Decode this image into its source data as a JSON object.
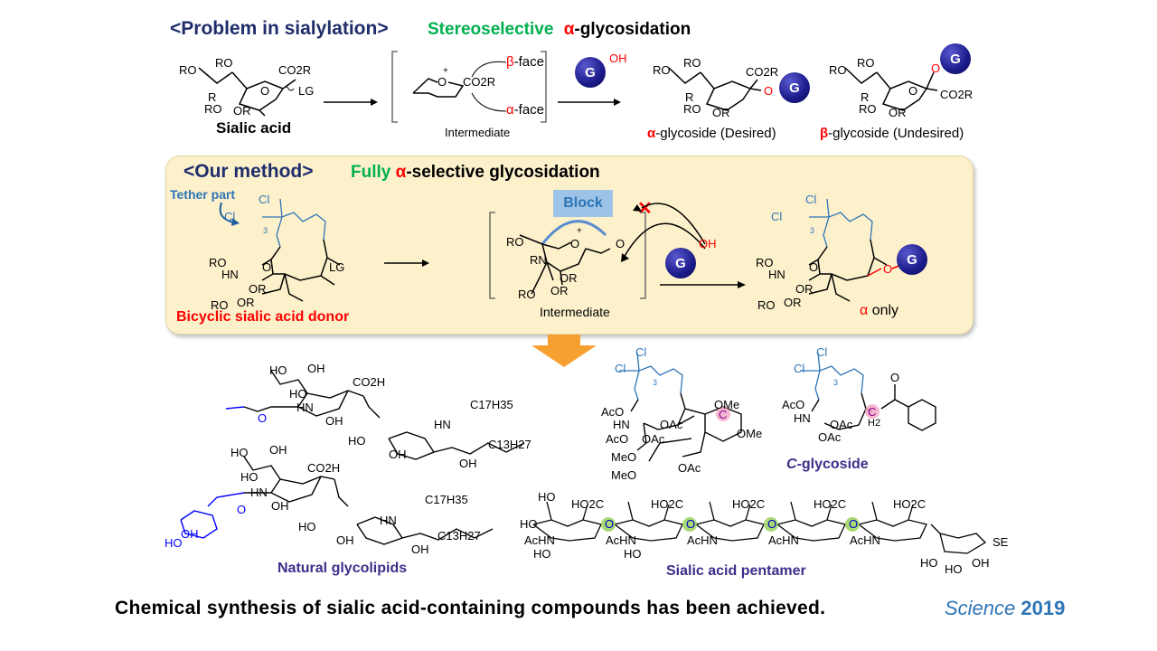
{
  "problem": {
    "title": "<Problem in sialylation>",
    "subtitle_green": "Stereoselective",
    "subtitle_alpha": "α",
    "subtitle_rest": "-glycosidation",
    "sialic_acid": {
      "label": "Sialic acid",
      "atoms": [
        "RO",
        "RO",
        "CO2R",
        "LG",
        "O",
        "R",
        "RO",
        "OR"
      ]
    },
    "intermediate": {
      "label": "Intermediate",
      "beta": "β",
      "beta_face": "-face",
      "alpha": "α",
      "alpha_face": "-face",
      "atoms": [
        "O",
        "+",
        "CO2R"
      ]
    },
    "acceptor": {
      "ball": "G",
      "oh": "OH"
    },
    "alpha_product": {
      "alpha": "α",
      "label": "-glycoside (Desired)",
      "atoms": [
        "RO",
        "RO",
        "CO2R",
        "O",
        "R",
        "RO",
        "OR"
      ]
    },
    "beta_product": {
      "beta": "β",
      "label": "-glycoside (Undesired)",
      "atoms": [
        "RO",
        "RO",
        "O",
        "CO2R",
        "O",
        "R",
        "RO",
        "OR"
      ]
    }
  },
  "method": {
    "title": "<Our method>",
    "subtitle_green": "Fully",
    "subtitle_alpha": "α",
    "subtitle_rest": "-selective  glycosidation",
    "tether_label": "Tether part",
    "donor_label": "Bicyclic sialic acid donor",
    "donor_atoms": [
      "Cl",
      "Cl",
      "3",
      "RO",
      "HN",
      "O",
      "LG",
      "RO",
      "OR",
      "OR"
    ],
    "block_label": "Block",
    "cross": "✕",
    "intermediate_label": "Intermediate",
    "intermediate_atoms": [
      "RO",
      "RN",
      "O",
      "+",
      "O",
      "OR",
      "OR",
      "RO"
    ],
    "acceptor": {
      "ball": "G",
      "oh": "OH"
    },
    "product_alpha": "α",
    "product_only": " only",
    "product_atoms": [
      "Cl",
      "Cl",
      "3",
      "RO",
      "HN",
      "O",
      "O",
      "RO",
      "OR",
      "OR"
    ],
    "product_ball": "G"
  },
  "examples": {
    "glycolipids_label": "Natural glycolipids",
    "glycolipid_atoms": [
      "HO",
      "OH",
      "CO2H",
      "HO",
      "HN",
      "O",
      "OH",
      "HN",
      "C17H35",
      "HO",
      "OH",
      "C13H27",
      "OH",
      "HO",
      "OH",
      "CO2H",
      "HO",
      "HN",
      "O",
      "OH",
      "HN",
      "C17H35",
      "HO",
      "OH",
      "C13H27",
      "OH",
      "HO",
      "OH"
    ],
    "c_glycoside_label_italic": "C",
    "c_glycoside_label_rest": "-glycoside",
    "c_glycoside_atoms": [
      "Cl",
      "Cl",
      "3",
      "AcO",
      "HN",
      "OAc",
      "OMe",
      "OMe",
      "MeO",
      "MeO",
      "OAc",
      "AcO",
      "OAc",
      "C",
      "Cl",
      "Cl",
      "3",
      "AcO",
      "HN",
      "OAc",
      "OAc",
      "C",
      "H2",
      "O"
    ],
    "pentamer_label": "Sialic acid pentamer",
    "pentamer_atoms": [
      "HO",
      "HO2C",
      "AcHN",
      "HO",
      "HO",
      "O",
      "HO2C",
      "AcHN",
      "HO",
      "O",
      "HO2C",
      "AcHN",
      "O",
      "HO2C",
      "AcHN",
      "O",
      "HO2C",
      "AcHN",
      "HO",
      "SE",
      "HO",
      "OH"
    ]
  },
  "conclusion": "Chemical synthesis of sialic acid-containing compounds has been achieved.",
  "citation": {
    "journal": "Science",
    "year": "2019"
  },
  "colors": {
    "navy": "#1f2d6b",
    "green": "#00b050",
    "red": "#ff0000",
    "tether_blue": "#2e75b6",
    "box_bg": "#fdf1cc",
    "block_bg": "#9dc3e6",
    "arrow_orange": "#f5a030",
    "label_purple": "#3b2f8a",
    "highlight_green": "#92d050",
    "highlight_pink": "#f4a6c8"
  }
}
